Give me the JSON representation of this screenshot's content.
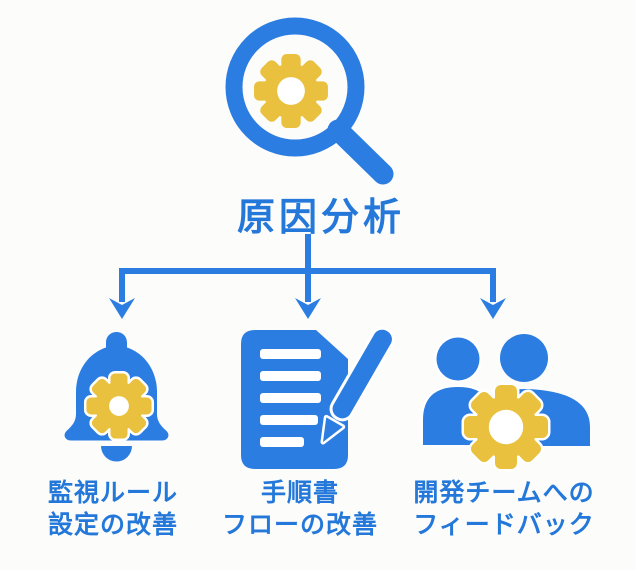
{
  "title": "原因分析",
  "colors": {
    "blue": "#2B7DE1",
    "yellow": "#E9C13E",
    "text_blue": "#2478D9",
    "background": "#FCFCFB"
  },
  "root": {
    "icon": "magnifier-gear-icon",
    "label": "原因分析"
  },
  "branches": [
    {
      "icon": "bell-gear-icon",
      "label_line1": "監視ルール",
      "label_line2": "設定の改善"
    },
    {
      "icon": "document-pencil-icon",
      "label_line1": "手順書",
      "label_line2": "フローの改善"
    },
    {
      "icon": "people-gear-icon",
      "label_line1": "開発チームへの",
      "label_line2": "フィードバック"
    }
  ]
}
